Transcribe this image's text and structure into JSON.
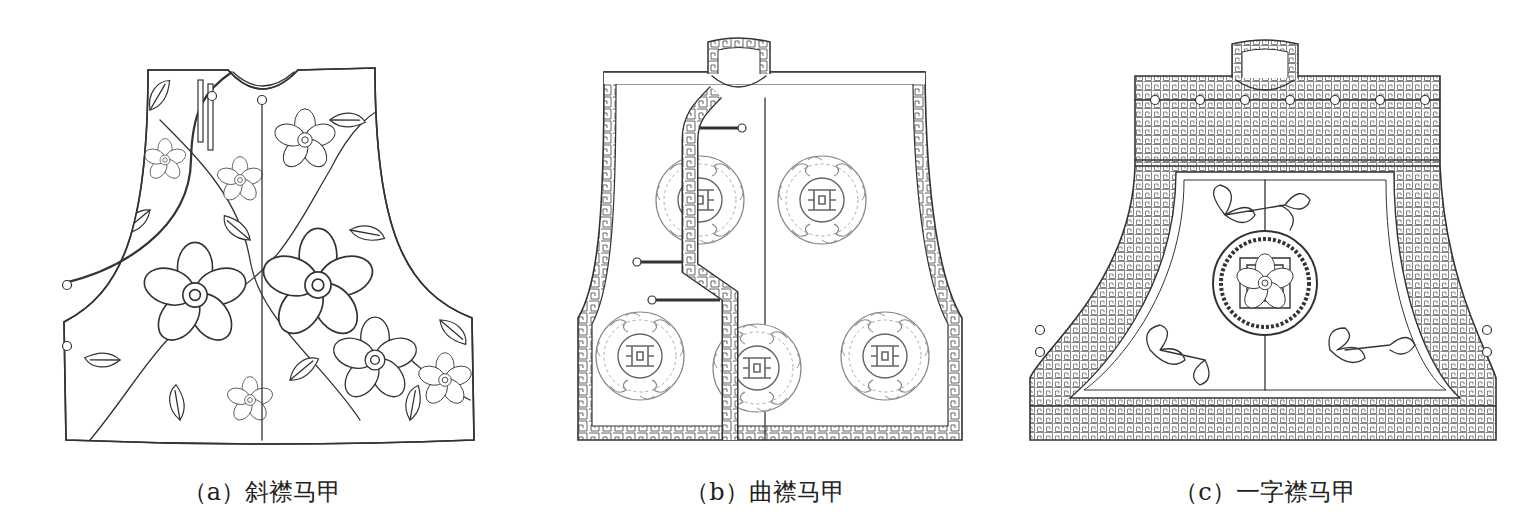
{
  "diagram": {
    "labels": [
      "（a）斜襟马甲",
      "（b）曲襟马甲",
      "（c）一字襟马甲"
    ]
  }
}
